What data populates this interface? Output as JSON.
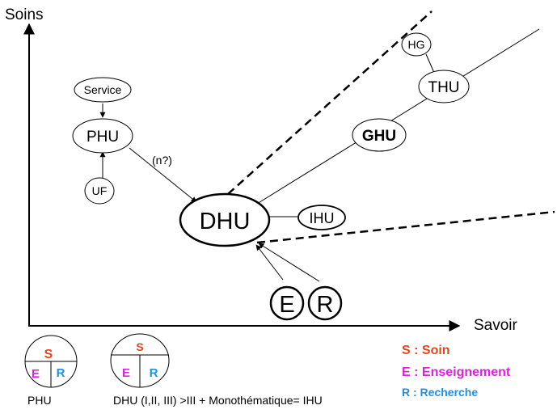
{
  "axes": {
    "y_label": "Soins",
    "x_label": "Savoir"
  },
  "nodes": {
    "service": "Service",
    "phu": "PHU",
    "uf": "UF",
    "dhu": "DHU",
    "ihu": "IHU",
    "ghu": "GHU",
    "thu": "THU",
    "hg": "HG",
    "e": "E",
    "r": "R"
  },
  "edge_labels": {
    "phu_to_dhu": "(n?)"
  },
  "legend_circles": {
    "phu": {
      "s": "S",
      "e": "E",
      "r": "R",
      "caption": "PHU"
    },
    "dhu": {
      "s": "S",
      "e": "E",
      "r": "R",
      "caption": "DHU (I,II, III) >III + Monothématique= IHU"
    }
  },
  "legend": {
    "soin": "S : Soin",
    "enseignement": "E : Enseignement",
    "recherche": "R : Recherche"
  },
  "colors": {
    "s": "#e8431a",
    "e": "#e020e0",
    "r": "#1e90e8"
  }
}
